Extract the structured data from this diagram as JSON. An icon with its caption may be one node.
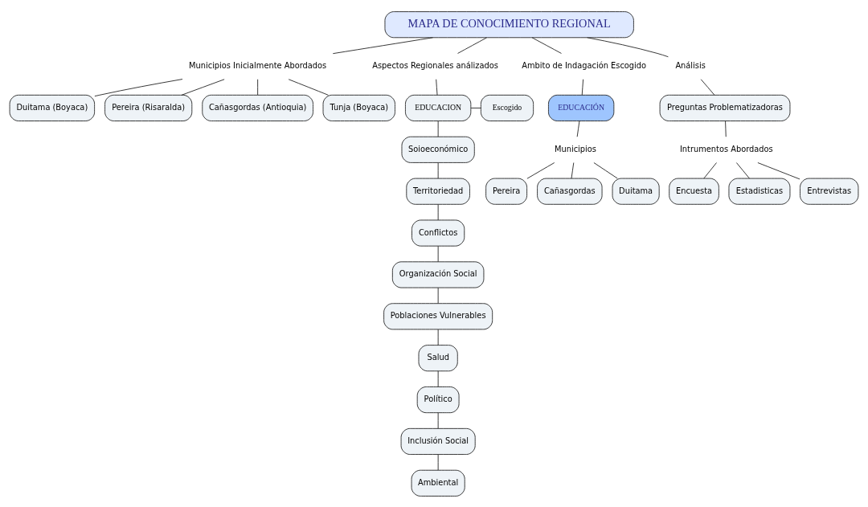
{
  "diagram": {
    "nodes": [
      {
        "text": [
          "MAPA DE CONOCIMIENTO REGIONAL"
        ]
      },
      {
        "text": [
          "Municipios Inicialmente Abordados"
        ]
      },
      {
        "text": [
          "Duitama (Boyaca)"
        ]
      },
      {
        "text": [
          "Pereira (Risaralda)"
        ]
      },
      {
        "text": [
          "Cañasgordas (Antioquia)"
        ]
      },
      {
        "text": [
          "Tunja (Boyaca)"
        ]
      },
      {
        "text": [
          "Aspectos Regionales análizados"
        ]
      },
      {
        "text": [
          "EDUCACION"
        ]
      },
      {
        "text": [
          "Escogido"
        ]
      },
      {
        "text": [
          "Soioeconómico"
        ]
      },
      {
        "text": [
          "Territoriedad"
        ]
      },
      {
        "text": [
          "Conflictos"
        ]
      },
      {
        "text": [
          "Organización Social"
        ]
      },
      {
        "text": [
          "Poblaciones Vulnerables"
        ]
      },
      {
        "text": [
          "Salud"
        ]
      },
      {
        "text": [
          "Político"
        ]
      },
      {
        "text": [
          "Inclusión Social"
        ]
      },
      {
        "text": [
          "Ambiental"
        ]
      },
      {
        "text": [
          "Ambito de Indagación Escogido"
        ]
      },
      {
        "text": [
          "EDUCACIÓN"
        ]
      },
      {
        "text": [
          "Municipios"
        ]
      },
      {
        "text": [
          "Pereira"
        ]
      },
      {
        "text": [
          "Cañasgordas"
        ]
      },
      {
        "text": [
          "Duitama"
        ]
      },
      {
        "text": [
          "Análisis"
        ]
      },
      {
        "text": [
          "Preguntas Problematizadoras"
        ]
      },
      {
        "text": [
          "Intrumentos Abordados"
        ]
      },
      {
        "text": [
          "Encuesta"
        ]
      },
      {
        "text": [
          "Estadisticas"
        ]
      },
      {
        "text": [
          "Entrevistas"
        ]
      }
    ],
    "edges": [
      {
        "from": 0,
        "to": 1,
        "arrow": "none"
      },
      {
        "from": 1,
        "to": 2,
        "arrow": "none"
      },
      {
        "from": 1,
        "to": 4,
        "arrow": "none"
      },
      {
        "from": 1,
        "to": 5,
        "arrow": "none"
      },
      {
        "from": 1,
        "to": 3,
        "arrow": "none"
      },
      {
        "from": 0,
        "to": 6,
        "arrow": "none"
      },
      {
        "from": 6,
        "to": 7,
        "arrow": "none"
      },
      {
        "from": 7,
        "to": 8,
        "arrow": "none"
      },
      {
        "from": 7,
        "to": 9,
        "arrow": "none"
      },
      {
        "from": 9,
        "to": 10,
        "arrow": "none"
      },
      {
        "from": 10,
        "to": 11,
        "arrow": "none"
      },
      {
        "from": 11,
        "to": 12,
        "arrow": "none"
      },
      {
        "from": 12,
        "to": 13,
        "arrow": "none"
      },
      {
        "from": 13,
        "to": 14,
        "arrow": "none"
      },
      {
        "from": 14,
        "to": 15,
        "arrow": "none"
      },
      {
        "from": 15,
        "to": 16,
        "arrow": "none"
      },
      {
        "from": 16,
        "to": 17,
        "arrow": "none"
      },
      {
        "from": 0,
        "to": 18,
        "arrow": "none"
      },
      {
        "from": 18,
        "to": 19,
        "arrow": "none"
      },
      {
        "from": 19,
        "to": 20,
        "arrow": "none"
      },
      {
        "from": 20,
        "to": 21,
        "arrow": "none"
      },
      {
        "from": 20,
        "to": 22,
        "arrow": "none"
      },
      {
        "from": 20,
        "to": 23,
        "arrow": "none"
      },
      {
        "from": 0,
        "to": 24,
        "arrow": "none"
      },
      {
        "from": 24,
        "to": 25,
        "arrow": "none"
      },
      {
        "from": 25,
        "to": 26,
        "arrow": "none"
      },
      {
        "from": 26,
        "to": 27,
        "arrow": "none"
      },
      {
        "from": 26,
        "to": 28,
        "arrow": "none"
      },
      {
        "from": 26,
        "to": 29,
        "arrow": "none"
      }
    ]
  }
}
